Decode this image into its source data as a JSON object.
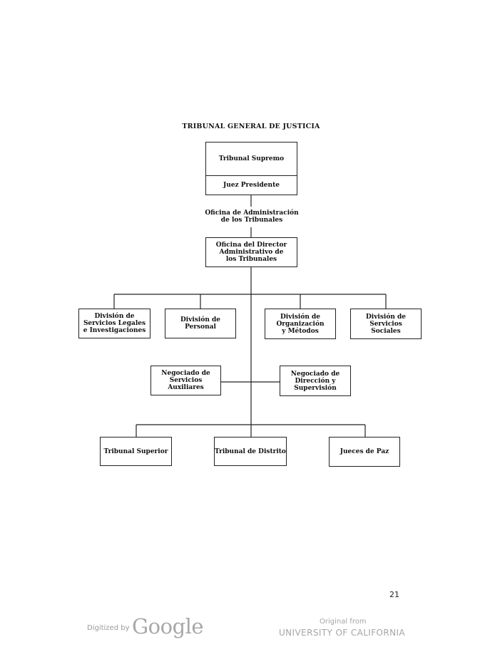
{
  "title": "TRIBUNAL GENERAL DE JUSTICIA",
  "nodes": {
    "supreme": "Tribunal Supremo",
    "chief_justice": "Juez Presidente",
    "admin_office": "Oficina de Administración\nde los Tribunales",
    "director": "Oficina del Director\nAdministrativo de\nlos Tribunales",
    "legal": "División de\nServicios Legales\ne Investigaciones",
    "personnel": "División de\nPersonal",
    "organization": "División de\nOrganización\ny Métodos",
    "social": "División de\nServicios\nSociales",
    "auxiliary": "Negociado de\nServicios\nAuxiliares",
    "supervision": "Negociado de\nDirección y\nSupervisión",
    "superior": "Tribunal Superior",
    "district": "Tribunal de Distrito",
    "peace": "Jueces de Paz"
  },
  "page_number": "21",
  "footer": {
    "digitized_by": "Digitized by",
    "google": "Google",
    "original_from": "Original from",
    "university": "UNIVERSITY OF CALIFORNIA"
  }
}
